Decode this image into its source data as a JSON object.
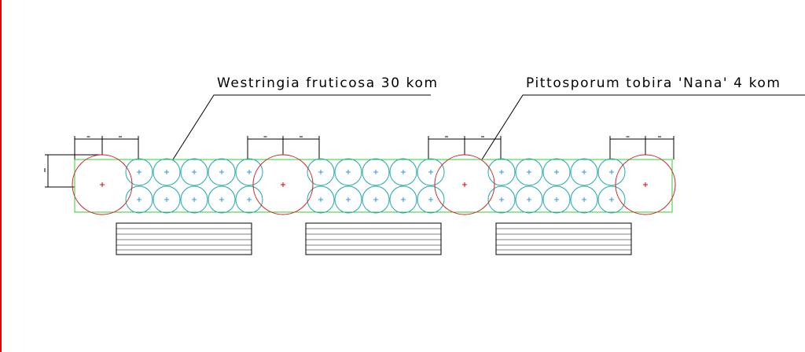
{
  "labels": {
    "westringia": "Westringia fruticosa 30 kom",
    "pittosporum": "Pittosporum tobira 'Nana' 4 kom"
  },
  "colors": {
    "background": "#ffffff",
    "frame": "#dd0000",
    "bed_outline": "#33cc33",
    "westringia_circle": "#22aaaa",
    "westringia_marker": "#3399dd",
    "pittosporum_circle": "#cc2222",
    "pittosporum_marker": "#dd0000",
    "dimension": "#000000",
    "leader": "#000000",
    "bench": "#000000"
  },
  "plants": {
    "pittosporum_count": 4,
    "westringia_count": 30,
    "westringia_groups": 3,
    "westringia_rows": 2,
    "westringia_cols_per_group": 5
  },
  "benches": {
    "count": 3
  }
}
